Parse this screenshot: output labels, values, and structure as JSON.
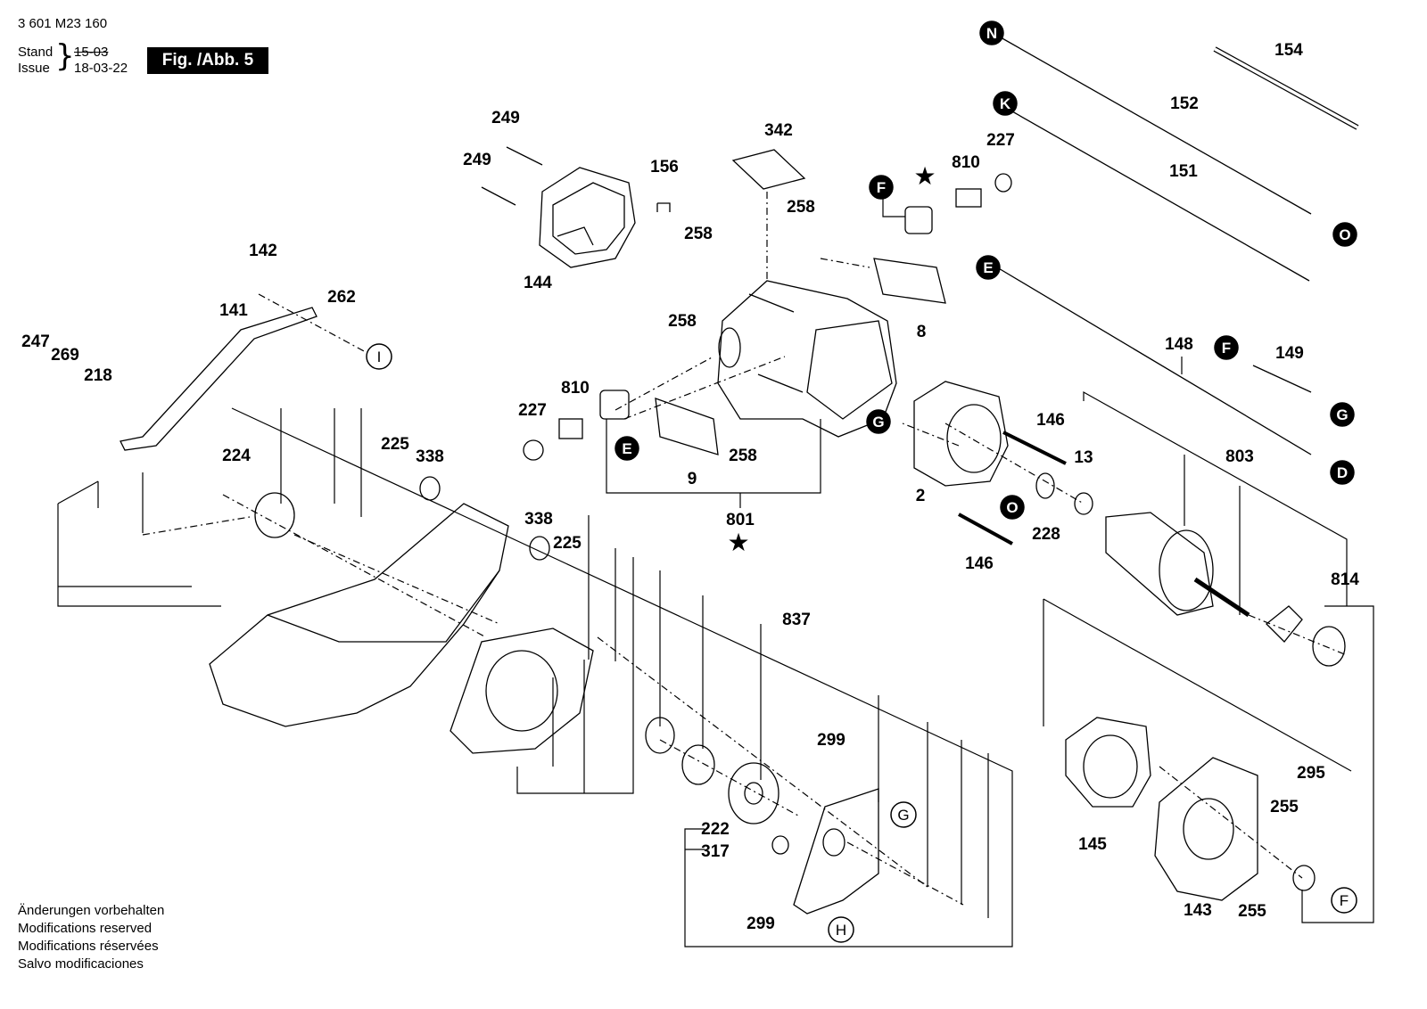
{
  "header": {
    "doc_number": "3 601 M23 160",
    "stand_label": "Stand",
    "issue_label": "Issue",
    "stand_date": "15-03",
    "issue_date": "18-03-22",
    "figure_label": "Fig. /Abb. 5"
  },
  "footer": {
    "lines": [
      "Änderungen vorbehalten",
      "Modifications reserved",
      "Modifications réservées",
      "Salvo modificaciones"
    ]
  },
  "part_labels": [
    {
      "id": "lbl-249a",
      "text": "249"
    },
    {
      "id": "lbl-249b",
      "text": "249"
    },
    {
      "id": "lbl-156",
      "text": "156"
    },
    {
      "id": "lbl-144",
      "text": "144"
    },
    {
      "id": "lbl-342",
      "text": "342"
    },
    {
      "id": "lbl-258a",
      "text": "258"
    },
    {
      "id": "lbl-258b",
      "text": "258"
    },
    {
      "id": "lbl-258c",
      "text": "258"
    },
    {
      "id": "lbl-258d",
      "text": "258"
    },
    {
      "id": "lbl-810a",
      "text": "810"
    },
    {
      "id": "lbl-227a",
      "text": "227"
    },
    {
      "id": "lbl-8",
      "text": "8"
    },
    {
      "id": "lbl-154",
      "text": "154"
    },
    {
      "id": "lbl-152",
      "text": "152"
    },
    {
      "id": "lbl-151",
      "text": "151"
    },
    {
      "id": "lbl-142",
      "text": "142"
    },
    {
      "id": "lbl-141",
      "text": "141"
    },
    {
      "id": "lbl-262",
      "text": "262"
    },
    {
      "id": "lbl-247",
      "text": "247"
    },
    {
      "id": "lbl-269",
      "text": "269"
    },
    {
      "id": "lbl-218",
      "text": "218"
    },
    {
      "id": "lbl-810b",
      "text": "810"
    },
    {
      "id": "lbl-227b",
      "text": "227"
    },
    {
      "id": "lbl-9",
      "text": "9"
    },
    {
      "id": "lbl-801",
      "text": "801"
    },
    {
      "id": "lbl-148",
      "text": "148"
    },
    {
      "id": "lbl-149",
      "text": "149"
    },
    {
      "id": "lbl-146a",
      "text": "146"
    },
    {
      "id": "lbl-13",
      "text": "13"
    },
    {
      "id": "lbl-2",
      "text": "2"
    },
    {
      "id": "lbl-228",
      "text": "228"
    },
    {
      "id": "lbl-146b",
      "text": "146"
    },
    {
      "id": "lbl-803",
      "text": "803"
    },
    {
      "id": "lbl-814",
      "text": "814"
    },
    {
      "id": "lbl-224",
      "text": "224"
    },
    {
      "id": "lbl-225a",
      "text": "225"
    },
    {
      "id": "lbl-338a",
      "text": "338"
    },
    {
      "id": "lbl-338b",
      "text": "338"
    },
    {
      "id": "lbl-225b",
      "text": "225"
    },
    {
      "id": "lbl-837",
      "text": "837"
    },
    {
      "id": "lbl-299a",
      "text": "299"
    },
    {
      "id": "lbl-222",
      "text": "222"
    },
    {
      "id": "lbl-317",
      "text": "317"
    },
    {
      "id": "lbl-299b",
      "text": "299"
    },
    {
      "id": "lbl-295",
      "text": "295"
    },
    {
      "id": "lbl-255a",
      "text": "255"
    },
    {
      "id": "lbl-145",
      "text": "145"
    },
    {
      "id": "lbl-143",
      "text": "143"
    },
    {
      "id": "lbl-255b",
      "text": "255"
    }
  ],
  "connector_markers": [
    {
      "id": "mk-N",
      "letter": "N",
      "style": "filled"
    },
    {
      "id": "mk-K",
      "letter": "K",
      "style": "filled"
    },
    {
      "id": "mk-O1",
      "letter": "O",
      "style": "filled"
    },
    {
      "id": "mk-F1",
      "letter": "F",
      "style": "filled"
    },
    {
      "id": "mk-E1",
      "letter": "E",
      "style": "filled"
    },
    {
      "id": "mk-F2",
      "letter": "F",
      "style": "filled"
    },
    {
      "id": "mk-G1",
      "letter": "G",
      "style": "filled"
    },
    {
      "id": "mk-D",
      "letter": "D",
      "style": "filled"
    },
    {
      "id": "mk-G2",
      "letter": "G",
      "style": "filled"
    },
    {
      "id": "mk-O2",
      "letter": "O",
      "style": "filled"
    },
    {
      "id": "mk-E2",
      "letter": "E",
      "style": "filled"
    },
    {
      "id": "mk-I",
      "letter": "I",
      "style": "outline"
    },
    {
      "id": "mk-G3",
      "letter": "G",
      "style": "outline"
    },
    {
      "id": "mk-H",
      "letter": "H",
      "style": "outline"
    },
    {
      "id": "mk-F3",
      "letter": "F",
      "style": "outline"
    }
  ],
  "star_symbol": "★"
}
